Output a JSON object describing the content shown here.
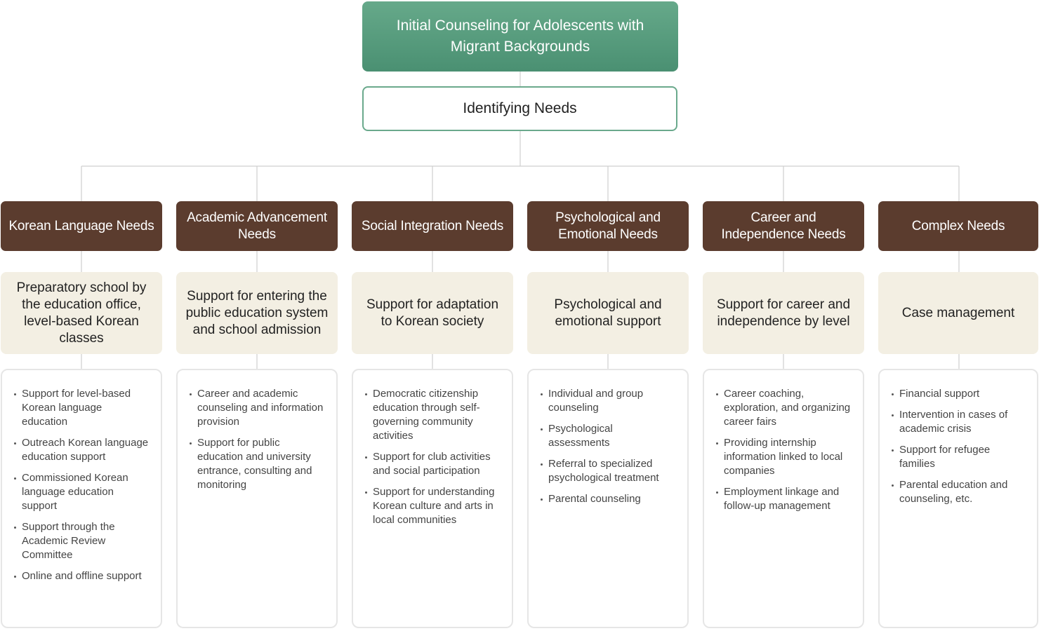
{
  "title": "Initial Counseling for Adolescents with Migrant Backgrounds",
  "needs_label": "Identifying Needs",
  "colors": {
    "title_box": "#5a9e7f",
    "needs_border": "#6aa98c",
    "category_box": "#5b3c2e",
    "support_box": "#f3efe3",
    "connector": "#cfcfcf"
  },
  "columns": [
    {
      "category": "Korean Language Needs",
      "support": "Preparatory school by the education office, level-based Korean classes",
      "items": [
        "Support for level-based Korean language education",
        "Outreach Korean language education support",
        "Commissioned Korean language education support",
        "Support through the Academic Review Committee",
        "Online and offline support"
      ]
    },
    {
      "category": "Academic Advancement Needs",
      "support": "Support for entering the public education system and school admission",
      "items": [
        "Career and academic counseling and information provision",
        "Support for public education and university entrance, consulting and monitoring"
      ]
    },
    {
      "category": "Social Integration Needs",
      "support": "Support for adaptation to Korean society",
      "items": [
        "Democratic citizenship education through self-governing community activities",
        "Support for club activities and social participation",
        "Support for understanding Korean culture and arts in local communities"
      ]
    },
    {
      "category": "Psychological and Emotional Needs",
      "support": "Psychological and emotional support",
      "items": [
        "Individual and group counseling",
        "Psychological assessments",
        "Referral to specialized psychological treatment",
        "Parental counseling"
      ]
    },
    {
      "category": "Career and Independence Needs",
      "support": "Support for career and independence by level",
      "items": [
        "Career coaching, exploration, and organizing career fairs",
        "Providing internship information linked to local companies",
        "Employment linkage and follow-up management"
      ]
    },
    {
      "category": "Complex Needs",
      "support": "Case management",
      "items": [
        "Financial support",
        "Intervention in cases of academic crisis",
        "Support for refugee families",
        "Parental education and counseling, etc."
      ]
    }
  ]
}
